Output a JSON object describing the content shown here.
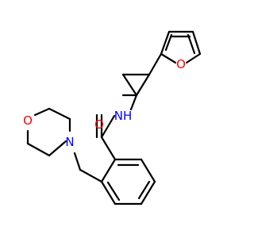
{
  "colors": {
    "background": "#ffffff",
    "bond": "#000000",
    "oxygen": "#ff0000",
    "nitrogen": "#0000ff"
  },
  "atom_labels": {
    "furan_oxygen": "O",
    "morpholine_oxygen": "O",
    "carbonyl_oxygen": "O",
    "morpholine_nitrogen": "N",
    "amide_nh": "NH"
  }
}
